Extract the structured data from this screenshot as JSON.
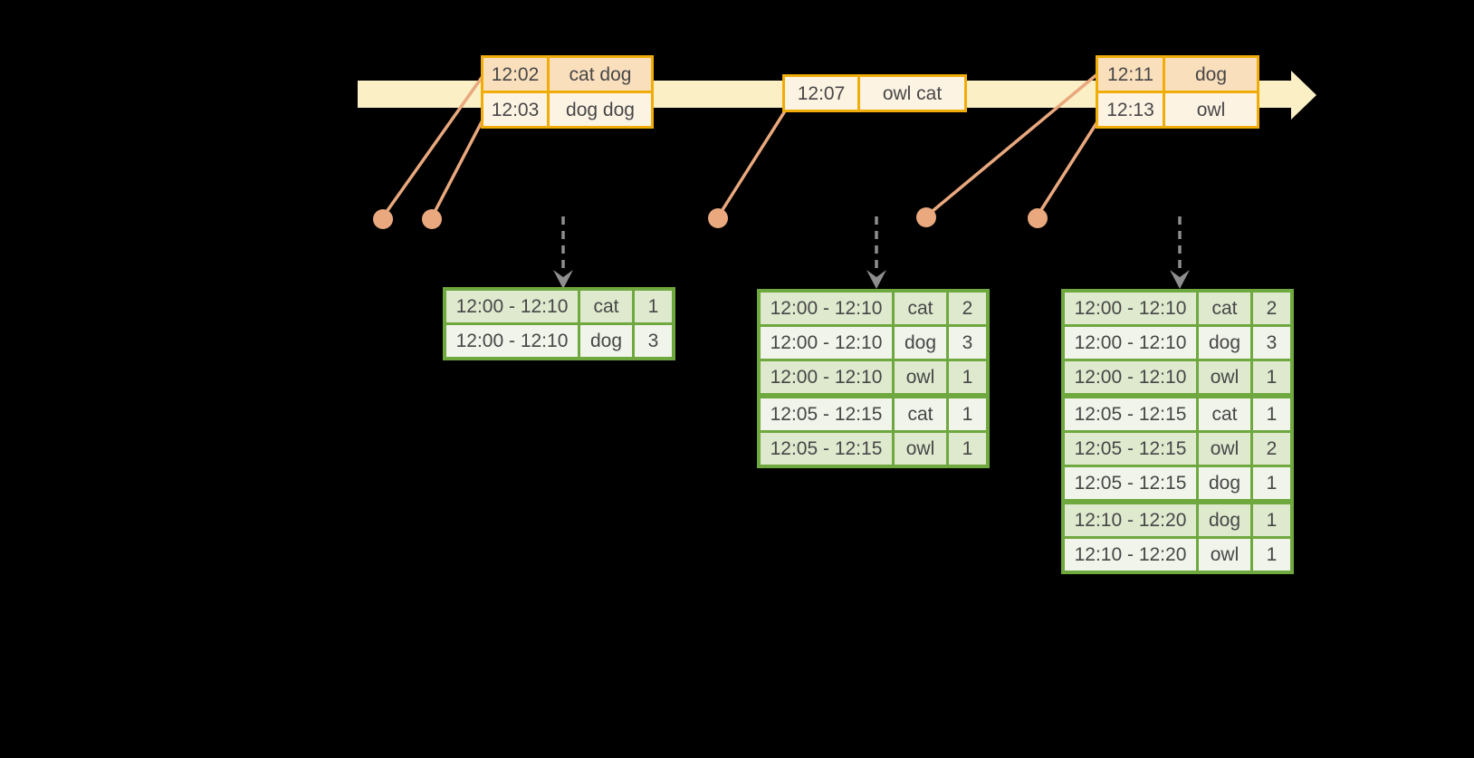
{
  "colors": {
    "background": "#000000",
    "timeline_band": "#FBEFC5",
    "gold_border": "#F0AD0A",
    "event_row_dark": "#FADFBD",
    "event_row_light": "#FDF3E3",
    "green_border": "#6FA83F",
    "result_row_dark": "#DEE9CE",
    "result_row_light": "#F0F4EA",
    "salmon": "#E9A87E",
    "arrow_gray": "#8E8E8E",
    "text": "#474747"
  },
  "timeline": {
    "event_groups": [
      {
        "rows": [
          {
            "time": "12:02",
            "words": "cat dog"
          },
          {
            "time": "12:03",
            "words": "dog dog"
          }
        ]
      },
      {
        "rows": [
          {
            "time": "12:07",
            "words": "owl cat"
          }
        ]
      },
      {
        "rows": [
          {
            "time": "12:11",
            "words": "dog"
          },
          {
            "time": "12:13",
            "words": "owl"
          }
        ]
      }
    ]
  },
  "result_tables": [
    {
      "rows": [
        {
          "window": "12:00 - 12:10",
          "word": "cat",
          "count": "1"
        },
        {
          "window": "12:00 - 12:10",
          "word": "dog",
          "count": "3"
        }
      ]
    },
    {
      "rows": [
        {
          "window": "12:00 - 12:10",
          "word": "cat",
          "count": "2"
        },
        {
          "window": "12:00 - 12:10",
          "word": "dog",
          "count": "3"
        },
        {
          "window": "12:00 - 12:10",
          "word": "owl",
          "count": "1"
        },
        {
          "window": "12:05 - 12:15",
          "word": "cat",
          "count": "1"
        },
        {
          "window": "12:05 - 12:15",
          "word": "owl",
          "count": "1"
        }
      ]
    },
    {
      "rows": [
        {
          "window": "12:00 - 12:10",
          "word": "cat",
          "count": "2"
        },
        {
          "window": "12:00 - 12:10",
          "word": "dog",
          "count": "3"
        },
        {
          "window": "12:00 - 12:10",
          "word": "owl",
          "count": "1"
        },
        {
          "window": "12:05 - 12:15",
          "word": "cat",
          "count": "1"
        },
        {
          "window": "12:05 - 12:15",
          "word": "owl",
          "count": "2"
        },
        {
          "window": "12:05 - 12:15",
          "word": "dog",
          "count": "1"
        },
        {
          "window": "12:10 - 12:20",
          "word": "dog",
          "count": "1"
        },
        {
          "window": "12:10 - 12:20",
          "word": "owl",
          "count": "1"
        }
      ]
    }
  ]
}
